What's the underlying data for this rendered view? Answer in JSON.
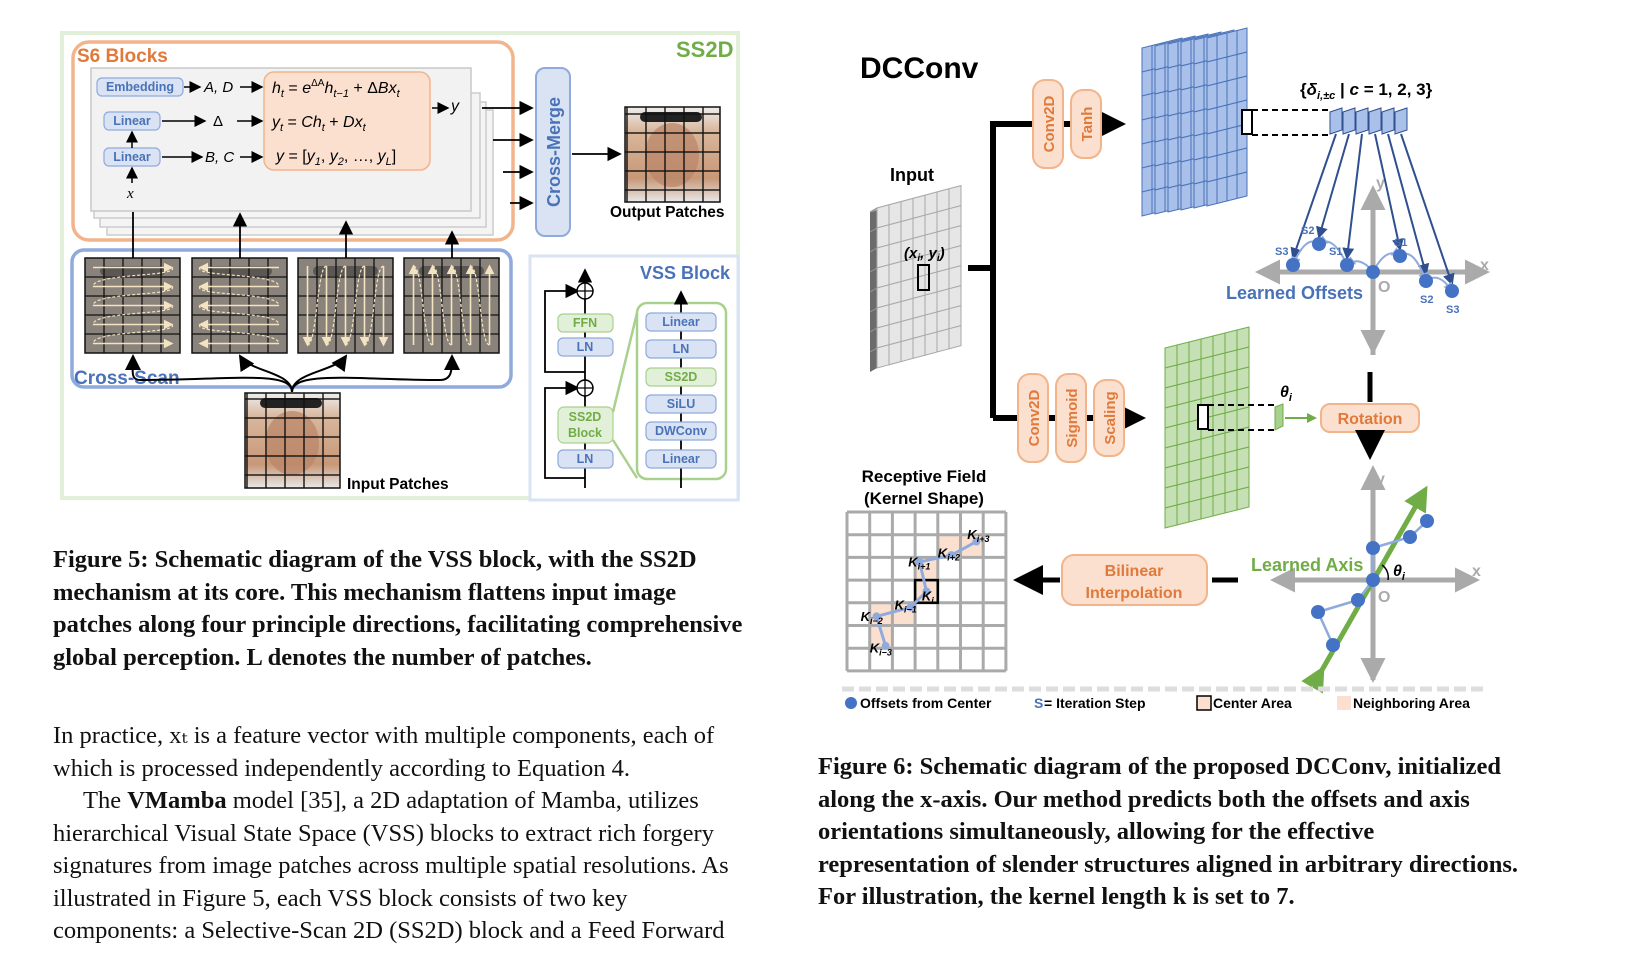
{
  "figure5": {
    "ss2d_label": "SS2D",
    "s6_label": "S6 Blocks",
    "embedding": "Embedding",
    "linear1": "Linear",
    "linear2": "Linear",
    "ad": "A, D",
    "delta": "Δ",
    "bc": "B, C",
    "x": "x",
    "y": "y",
    "eq1": "hₜ = e^{ΔA} hₜ₋₁ + ΔBxₜ",
    "eq1_lhs": "h",
    "eq2": "yₜ = Chₜ + Dxₜ",
    "eq3": "y = [y₁, y₂, …, y_L]",
    "cross_merge": "Cross-Merge",
    "output_patches": "Output Patches",
    "cross_scan": "Cross-Scan",
    "input_patches": "Input Patches",
    "vss_block": "VSS Block",
    "vss_left": [
      "FFN",
      "LN",
      "SS2D Block",
      "LN"
    ],
    "vss_right": [
      "Linear",
      "LN",
      "SS2D",
      "SiLU",
      "DWConv",
      "Linear"
    ],
    "ffn": "FFN",
    "ln_top": "LN",
    "ss2d_block_1": "SS2D",
    "ss2d_block_2": "Block",
    "ln_bottom": "LN",
    "r_linear_top": "Linear",
    "r_ln": "LN",
    "r_ss2d": "SS2D",
    "r_silu": "SiLU",
    "r_dwconv": "DWConv",
    "r_linear_bottom": "Linear",
    "caption": "Figure 5: Schematic diagram of the VSS block, with the SS2D mechanism at its core. This mechanism flattens input image patches along four principle directions, facilitating comprehensive global perception. L denotes the number of patches."
  },
  "figure6": {
    "title": "DCConv",
    "input_label": "Input",
    "coord": "(xᵢ, yᵢ)",
    "conv2d_top": "Conv2D",
    "tanh": "Tanh",
    "delta_set": "{δᵢ,±c | c = 1, 2, 3}",
    "learned_offsets": "Learned Offsets",
    "axis_y": "y",
    "axis_x": "x",
    "origin": "O",
    "steps": {
      "s1": "S1",
      "s2": "S2",
      "s3": "S3"
    },
    "conv2d_bottom": "Conv2D",
    "sigmoid": "Sigmoid",
    "scaling": "Scaling",
    "theta": "θᵢ",
    "rotation": "Rotation",
    "receptive_field_1": "Receptive Field",
    "receptive_field_2": "(Kernel Shape)",
    "bilinear_1": "Bilinear",
    "bilinear_2": "Interpolation",
    "learned_axis": "Learned Axis",
    "kernel_labels": [
      "K",
      "i+3",
      "i+2",
      "i+1",
      "i",
      "i−1",
      "i−2",
      "i−3"
    ],
    "legend": {
      "offsets": "Offsets from Center",
      "s_letter": "S",
      "iteration": " = Iteration Step",
      "center": "Center Area",
      "neighboring": "Neighboring Area"
    },
    "caption": "Figure 6: Schematic diagram of the proposed DCConv, initialized along the x-axis. Our method predicts both the offsets and axis orientations simultaneously, allowing for the effective representation of slender structures aligned in arbitrary directions. For illustration, the kernel length k is set to 7."
  },
  "body": {
    "p1": "In practice, xₜ is a feature vector with multiple components, each of which is processed independently according to Equation 4.",
    "p2_pre": "The ",
    "p2_bold": "VMamba",
    "p2_post": " model [35], a 2D adaptation of Mamba, utilizes hierarchical Visual State Space (VSS) blocks to extract rich forgery signatures from image patches across multiple spatial resolutions. As illustrated in Figure 5, each VSS block consists of two key components: a Selective-Scan 2D (SS2D) block and a Feed Forward"
  },
  "colors": {
    "orange": "#e98e4f",
    "orange_fill": "#fbe0cf",
    "blue": "#4a72b8",
    "blue_fill": "#dae3f3",
    "green": "#70ad47",
    "green_fill": "#e2efd9",
    "gray": "#aaaaaa"
  }
}
